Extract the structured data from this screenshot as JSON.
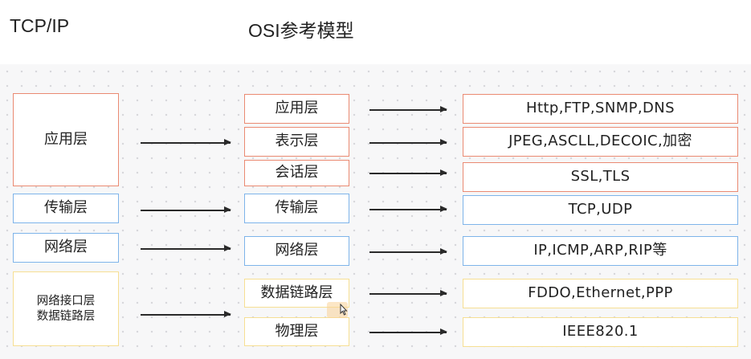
{
  "headers": {
    "tcpip": "TCP/IP",
    "osi": "OSI参考模型"
  },
  "colors": {
    "application": "#ea8a72",
    "transport_network": "#7eb4ea",
    "link_physical": "#f6df93"
  },
  "tcpip_layers": {
    "application": "应用层",
    "transport": "传输层",
    "network": "网络层",
    "link_line1": "网络接口层",
    "link_line2": "数据链路层"
  },
  "osi_layers": {
    "application": "应用层",
    "presentation": "表示层",
    "session": "会话层",
    "transport": "传输层",
    "network": "网络层",
    "data_link": "数据链路层",
    "physical": "物理层"
  },
  "protocols": {
    "application": "Http,FTP,SNMP,DNS",
    "presentation": "JPEG,ASCLL,DECOIC,加密",
    "session": "SSL,TLS",
    "transport": "TCP,UDP",
    "network": "IP,ICMP,ARP,RIP等",
    "data_link": "FDDO,Ethernet,PPP",
    "physical": "IEEE820.1"
  }
}
